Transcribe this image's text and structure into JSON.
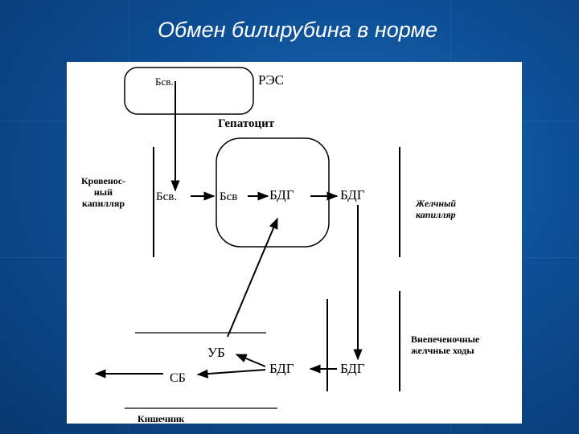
{
  "title": "Обмен билирубина в норме",
  "labels": {
    "bsv_top": "Бсв.",
    "res": "РЭС",
    "hepatocyte": "Гепатоцит",
    "blood_capillary": [
      "Кровенос-",
      "ный",
      "капилляр"
    ],
    "bsv_left": "Бсв.",
    "bsv_mid": "Бсв",
    "bdg_1": "БДГ",
    "bdg_2": "БДГ",
    "bile_capillary": [
      "Желчный",
      "капилляр"
    ],
    "extrahepatic": [
      "Внепеченочные",
      "желчные ходы"
    ],
    "ub": "УБ",
    "sb": "СБ",
    "bdg_3": "БДГ",
    "bdg_4": "БДГ",
    "intestine": "Кишечник"
  }
}
